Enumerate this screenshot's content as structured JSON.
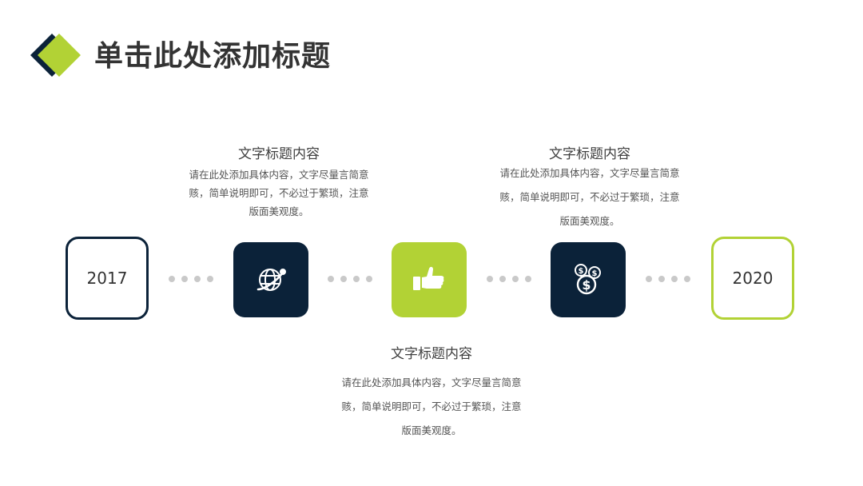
{
  "header": {
    "title": "单击此处添加标题"
  },
  "timeline": {
    "start_year": "2017",
    "end_year": "2020",
    "nodes": [
      {
        "icon": "globe-icon",
        "tile_color": "#0b2239"
      },
      {
        "icon": "thumbs-up-icon",
        "tile_color": "#b2d235"
      },
      {
        "icon": "coins-icon",
        "tile_color": "#0b2239"
      }
    ]
  },
  "blocks": [
    {
      "heading": "文字标题内容",
      "lines": [
        "请在此处添加具体内容，文字尽量言简意",
        "赅，简单说明即可，不必过于繁琐，注意",
        "版面美观度。"
      ]
    },
    {
      "heading": "文字标题内容",
      "lines": [
        "请在此处添加具体内容，文字尽量言简意",
        "赅，简单说明即可，不必过于繁琐，注意",
        "版面美观度。"
      ]
    },
    {
      "heading": "文字标题内容",
      "lines": [
        "请在此处添加具体内容，文字尽量言简意",
        "赅，简单说明即可，不必过于繁琐，注意",
        "版面美观度。"
      ]
    }
  ],
  "colors": {
    "navy": "#0b2239",
    "green": "#b2d235",
    "dot_gray": "#c9c9c9"
  }
}
